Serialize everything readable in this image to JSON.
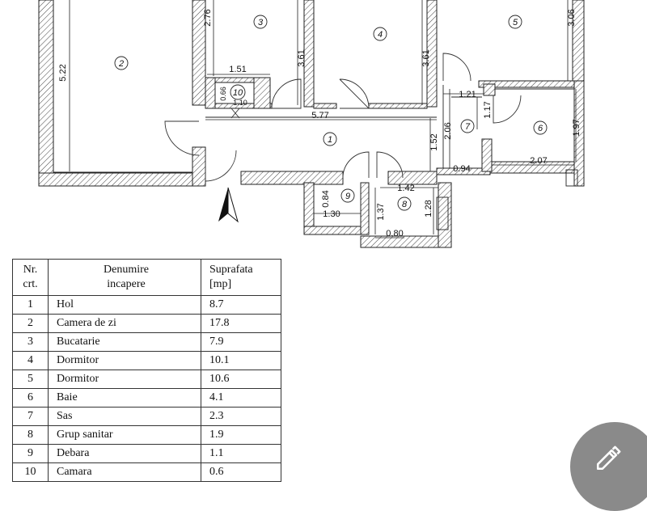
{
  "plan": {
    "north_arrow_icon": "north-arrow-icon",
    "rooms": [
      {
        "num": "1"
      },
      {
        "num": "2"
      },
      {
        "num": "3"
      },
      {
        "num": "4"
      },
      {
        "num": "5"
      },
      {
        "num": "6"
      },
      {
        "num": "7"
      },
      {
        "num": "8"
      },
      {
        "num": "9"
      },
      {
        "num": "10"
      }
    ],
    "dimensions": {
      "room2_height": "5.22",
      "room3_top": "2.76",
      "room3_right": "3.61",
      "room4_right": "3.61",
      "room5_right": "3.06",
      "closet_width": "1.51",
      "closet_height": "0.66",
      "closet_door": "1.10",
      "hall_length": "5.77",
      "sas_top": "1.21",
      "sas_side": "1.17",
      "sas_height": "2.06",
      "hall_end": "1.52",
      "bath_height": "1.97",
      "sas_bottom": "0.94",
      "bath_width": "2.07",
      "wc_width": "1.42",
      "debara_height": "0.84",
      "debara_width": "1.30",
      "wc_left": "1.37",
      "wc_right": "1.28",
      "wc_bottom": "0.80"
    }
  },
  "table": {
    "headers": {
      "nr": "Nr.\ncrt.",
      "name": "Denumire\nincapere",
      "area": "Suprafata\n[mp]"
    },
    "rows": [
      {
        "nr": "1",
        "name": "Hol",
        "area": "8.7"
      },
      {
        "nr": "2",
        "name": "Camera de zi",
        "area": "17.8"
      },
      {
        "nr": "3",
        "name": "Bucatarie",
        "area": "7.9"
      },
      {
        "nr": "4",
        "name": "Dormitor",
        "area": "10.1"
      },
      {
        "nr": "5",
        "name": "Dormitor",
        "area": "10.6"
      },
      {
        "nr": "6",
        "name": "Baie",
        "area": "4.1"
      },
      {
        "nr": "7",
        "name": "Sas",
        "area": "2.3"
      },
      {
        "nr": "8",
        "name": "Grup sanitar",
        "area": "1.9"
      },
      {
        "nr": "9",
        "name": "Debara",
        "area": "1.1"
      },
      {
        "nr": "10",
        "name": "Camara",
        "area": "0.6"
      }
    ]
  },
  "fab": {
    "icon": "pencil-icon",
    "color": "#8a8a8a"
  }
}
